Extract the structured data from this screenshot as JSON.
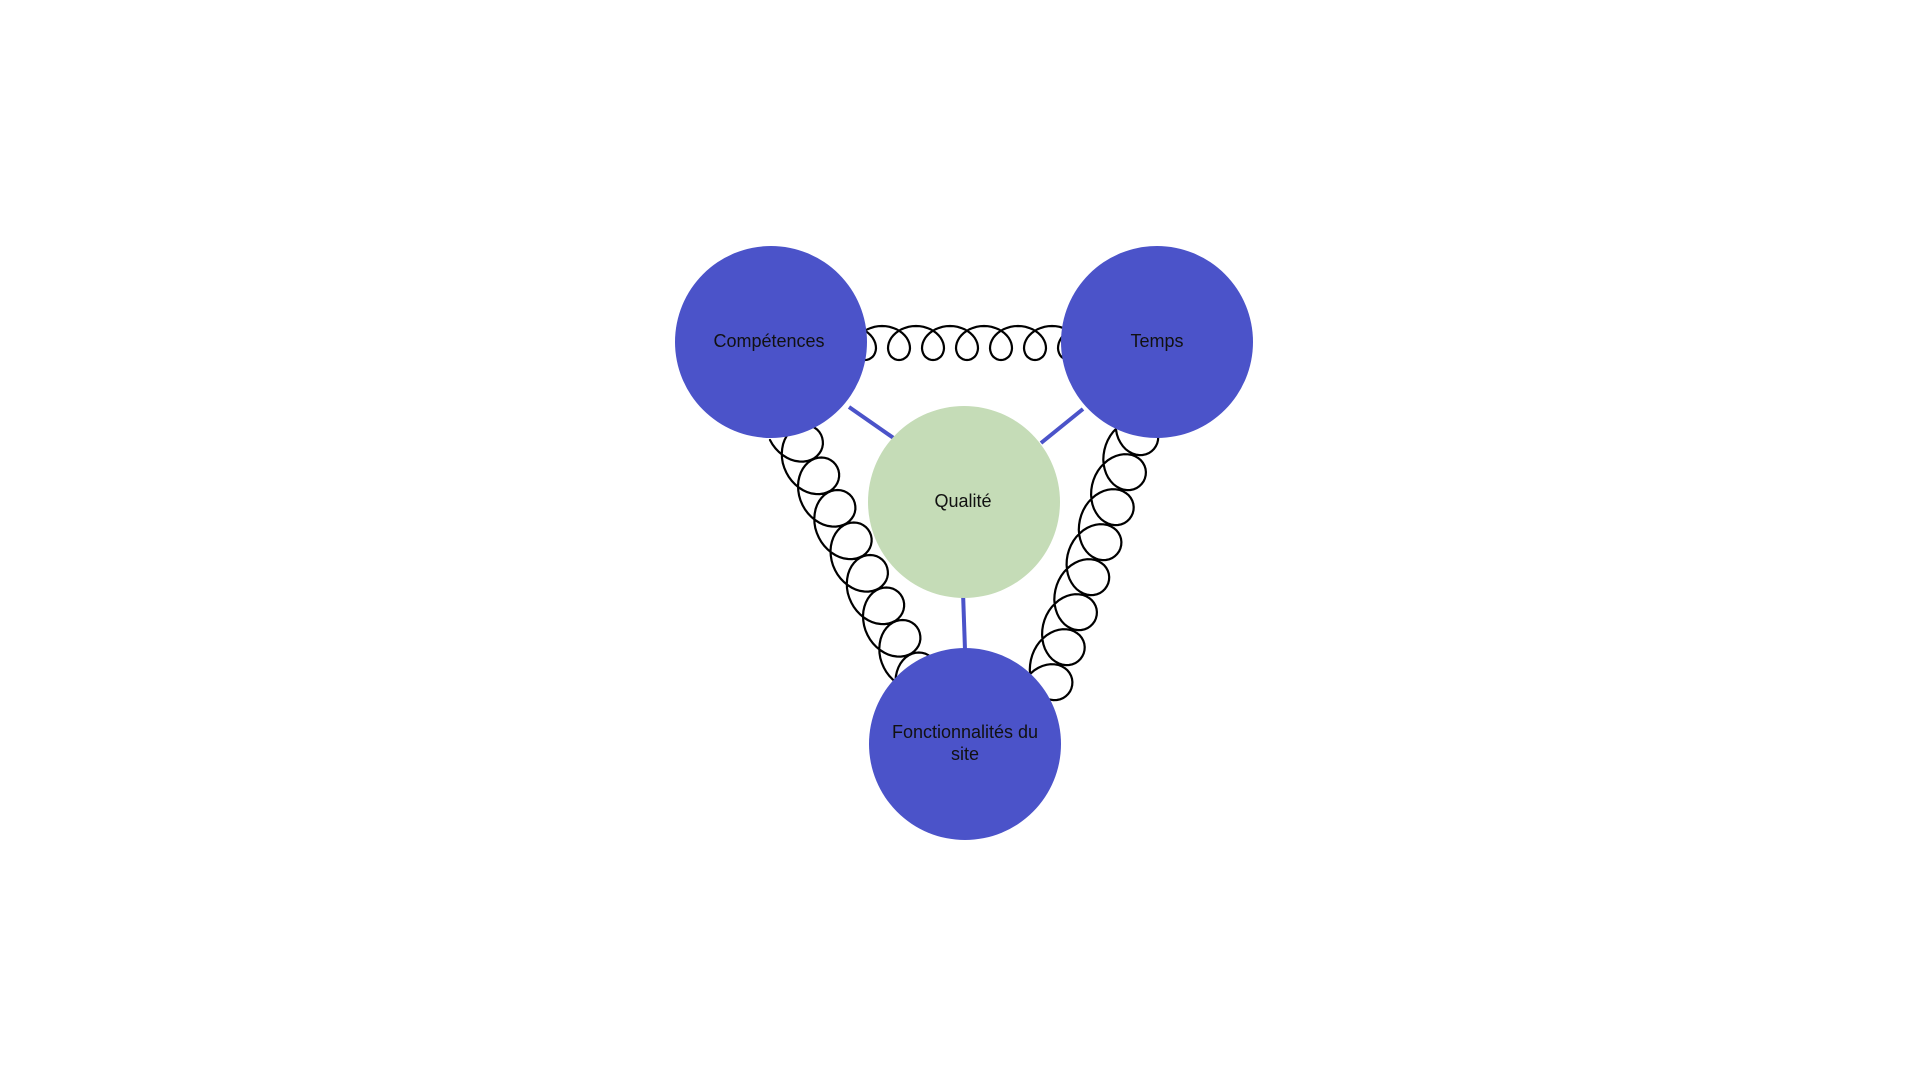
{
  "diagram": {
    "nodes": {
      "competences": {
        "label": "Compétences"
      },
      "temps": {
        "label": "Temps"
      },
      "fonctionnalites": {
        "label_line1": "Fonctionnalités du",
        "label_line2": "site"
      },
      "qualite": {
        "label": "Qualité"
      }
    },
    "colors": {
      "outer_node": "#4b53c9",
      "center_node": "#c5dcb7",
      "connector": "#4b53c9",
      "spring": "#000000"
    }
  }
}
